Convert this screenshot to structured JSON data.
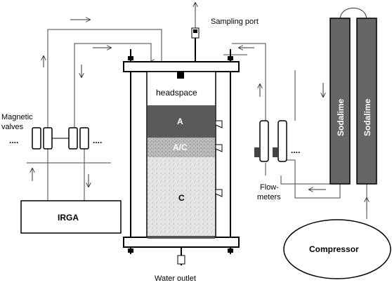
{
  "labels": {
    "sampling_port": "Sampling port",
    "headspace": "headspace",
    "layer_a": "A",
    "layer_ac": "A/C",
    "layer_c": "C",
    "magnetic_valves_line1": "Magnetic",
    "magnetic_valves_line2": "valves",
    "irga": "IRGA",
    "sodalime_left": "Sodalime",
    "sodalime_right": "Sodalime",
    "flowmeters_line1": "Flow-",
    "flowmeters_line2": "meters",
    "compressor": "Compressor",
    "water_outlet": "Water outlet",
    "ellipsis_left": "....",
    "ellipsis_mid": "....",
    "ellipsis_right": "...."
  },
  "colors": {
    "layer_a": "#5a5a5a",
    "layer_ac": "#b8b8b8",
    "layer_c": "#e4e4e4",
    "sodalime_column": "#666666",
    "pipe": "#444444"
  }
}
